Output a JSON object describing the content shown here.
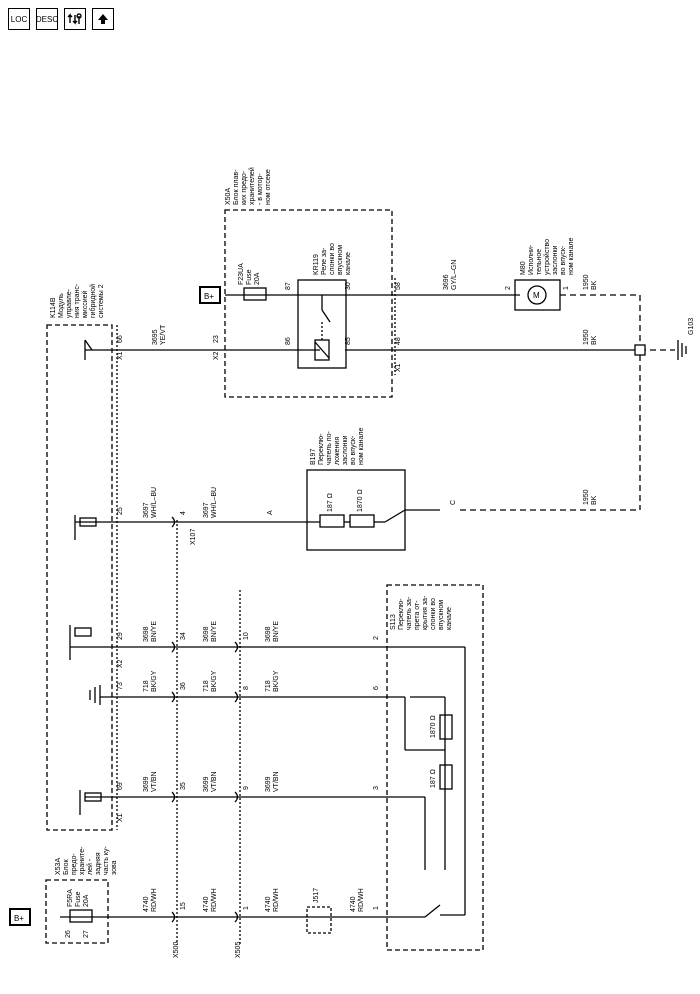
{
  "toolbar": {
    "loc_label": "LOC",
    "desc_label": "DESC",
    "hardware_icon": "hardware-icon",
    "up_icon": "arrow-up-icon"
  },
  "components": {
    "x53a": [
      "X53A",
      "Блок",
      "предо-",
      "храните-",
      "лей -",
      "задняя",
      "часть ку-",
      "зова"
    ],
    "k114b": [
      "K114B",
      "Модуль",
      "управле-",
      "ния транс-",
      "миссией",
      "гибридной",
      "системы 2"
    ],
    "x50a": [
      "X50A",
      "Блок плав-",
      "ких предо-",
      "хранителей",
      "- в мотор-",
      "ном отсеке"
    ],
    "kr119": [
      "KR119",
      "Реле за-",
      "слонки во",
      "впускном",
      "канале"
    ],
    "m80": [
      "M80",
      "Исполни-",
      "тельное",
      "устройство",
      "заслонки",
      "во впуск-",
      "ном канале"
    ],
    "b197": [
      "B197",
      "Переклю-",
      "чатель по-",
      "ложения",
      "заслонки",
      "во впуск-",
      "ном канале"
    ],
    "s113": [
      "S113",
      "Переклю-",
      "чатель за-",
      "прета от-",
      "крытия за-",
      "слонки во",
      "впускном",
      "канале"
    ],
    "f23ua": [
      "F23UA",
      "Fuse",
      "20A"
    ],
    "f5ra": [
      "F5RA",
      "Fuse",
      "20A"
    ],
    "j517": "J517",
    "g103": "G103",
    "bplus": "B+",
    "motor": "M"
  },
  "connectors": {
    "x1": "X1",
    "x2": "X2",
    "x107": "X107",
    "x500": "X500",
    "x505": "X505"
  },
  "wires": {
    "w3695": [
      "3695",
      "YE/VT"
    ],
    "w3696": [
      "3696",
      "GY/L–GN"
    ],
    "w1950": [
      "1950",
      "BK"
    ],
    "w3697": [
      "3697",
      "WH/L–BU"
    ],
    "w3698": [
      "3698",
      "BN/YE"
    ],
    "w718": [
      "718",
      "BK/GY"
    ],
    "w3699": [
      "3699",
      "VT/BN"
    ],
    "w4740": [
      "4740",
      "RD/WH"
    ]
  },
  "pins": {
    "p66": "66",
    "p23": "23",
    "p87": "87",
    "p30": "30",
    "p58": "58",
    "p86": "86",
    "p85": "85",
    "p48": "48",
    "p2": "2",
    "p1": "1",
    "p25": "25",
    "p4": "4",
    "pA": "A",
    "pC": "C",
    "p29": "29",
    "p34": "34",
    "p10": "10",
    "p73": "73",
    "p36": "36",
    "p8": "8",
    "p69": "69",
    "p35": "35",
    "p9": "9",
    "p26": "26",
    "p27": "27",
    "p15": "15",
    "p6": "6",
    "p3": "3"
  },
  "resistors": {
    "r187": "187 Ω",
    "r1870": "1870 Ω"
  }
}
